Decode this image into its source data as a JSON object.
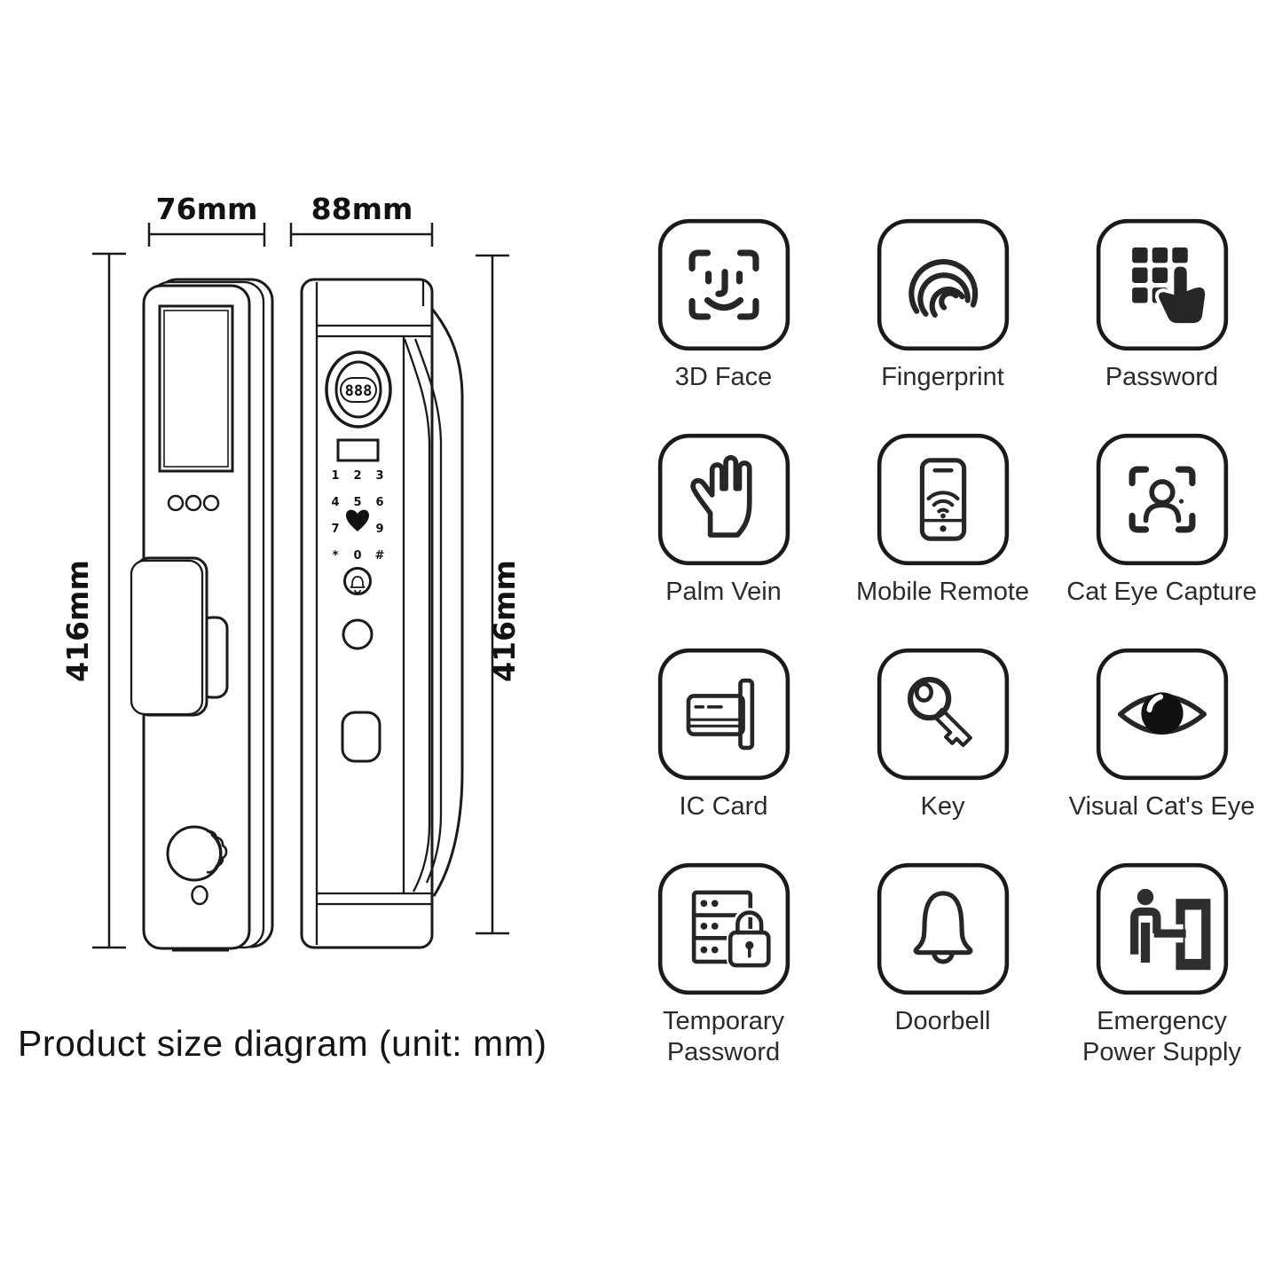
{
  "page": {
    "caption": "Product size diagram (unit: mm)"
  },
  "size_diagram": {
    "front_width": "76mm",
    "side_width": "88mm",
    "height_left": "416mm",
    "height_right": "416mm",
    "dial": "888",
    "keys": [
      "1",
      "2",
      "3",
      "4",
      "5",
      "6",
      "7",
      "9",
      "*",
      "0",
      "#"
    ]
  },
  "features": {
    "items": [
      {
        "label": "3D Face",
        "icon": "face-id"
      },
      {
        "label": "Fingerprint",
        "icon": "fingerprint"
      },
      {
        "label": "Password",
        "icon": "keypad-hand"
      },
      {
        "label": "Palm Vein",
        "icon": "palm"
      },
      {
        "label": "Mobile Remote",
        "icon": "phone-wifi"
      },
      {
        "label": "Cat Eye Capture",
        "icon": "person-scan"
      },
      {
        "label": "IC Card",
        "icon": "card-slot"
      },
      {
        "label": "Key",
        "icon": "key"
      },
      {
        "label": "Visual Cat's Eye",
        "icon": "eye"
      },
      {
        "label": "Temporary Password",
        "icon": "server-lock"
      },
      {
        "label": "Doorbell",
        "icon": "bell"
      },
      {
        "label": "Emergency Power Supply",
        "icon": "person-plug"
      }
    ]
  },
  "colors": {
    "line": "#1a1a1a",
    "text": "#2b2b2b"
  }
}
